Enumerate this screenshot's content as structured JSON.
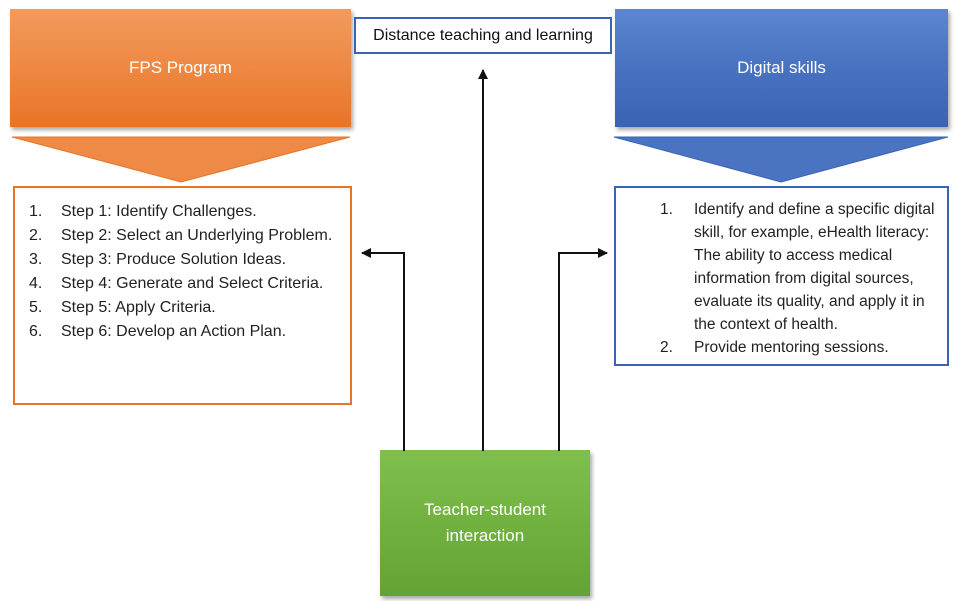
{
  "fps": {
    "title": "FPS Program",
    "color": "#ee8a45",
    "steps": [
      {
        "num": "1.",
        "text": "Step 1: Identify Challenges."
      },
      {
        "num": "2.",
        "text": "Step 2: Select an Underlying Problem."
      },
      {
        "num": "3.",
        "text": "Step 3: Produce Solution Ideas."
      },
      {
        "num": "4.",
        "text": "Step 4: Generate and Select Criteria."
      },
      {
        "num": "5.",
        "text": "Step 5: Apply Criteria."
      },
      {
        "num": "6.",
        "text": "Step 6: Develop an Action Plan."
      }
    ]
  },
  "digital": {
    "title": "Digital skills",
    "color": "#4a74c2",
    "items": [
      {
        "num": "1.",
        "text": "Identify and define a specific digital skill, for example, eHealth literacy: The ability to access medical information from digital sources, evaluate its quality, and apply it in the context of health."
      },
      {
        "num": "2.",
        "text": "Provide mentoring sessions."
      }
    ]
  },
  "center": {
    "top_label": "Distance teaching and learning",
    "interaction_label": "Teacher-student interaction",
    "interaction_color": "#71b23f"
  }
}
